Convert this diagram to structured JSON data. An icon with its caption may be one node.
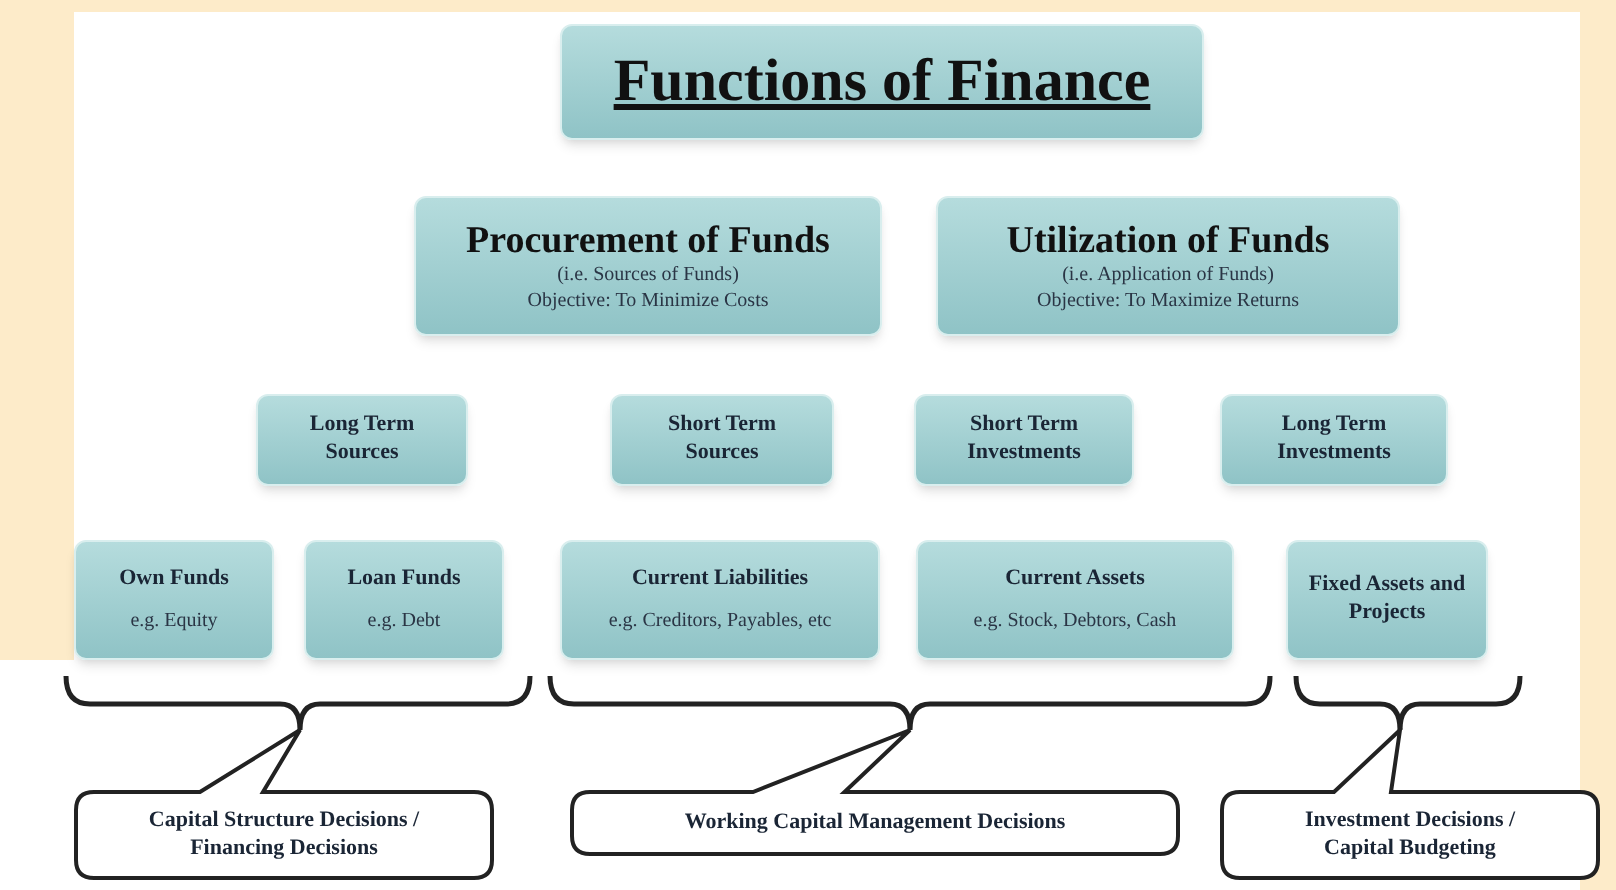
{
  "diagram": {
    "nodes": [
      {
        "text": [
          "Functions of Finance"
        ]
      },
      {
        "text": [
          "Procurement of Funds",
          "(i.e. Sources of Funds)",
          "Objective: To Minimize Costs"
        ]
      },
      {
        "text": [
          "Utilization of Funds",
          "(i.e. Application of Funds)",
          "Objective: To Maximize Returns"
        ]
      },
      {
        "text": [
          "Long Term Sources"
        ]
      },
      {
        "text": [
          "Short Term Sources"
        ]
      },
      {
        "text": [
          "Short Term Investments"
        ]
      },
      {
        "text": [
          "Long Term Investments"
        ]
      },
      {
        "text": [
          "Own Funds",
          "e.g. Equity"
        ]
      },
      {
        "text": [
          "Loan Funds",
          "e.g. Debt"
        ]
      },
      {
        "text": [
          "Current Liabilities",
          "e.g. Creditors, Payables, etc"
        ]
      },
      {
        "text": [
          "Current Assets",
          "e.g. Stock, Debtors, Cash"
        ]
      },
      {
        "text": [
          "Fixed Assets and Projects"
        ]
      },
      {
        "text": [
          "Capital Structure Decisions / Financing Decisions"
        ]
      },
      {
        "text": [
          "Working Capital Management Decisions"
        ]
      },
      {
        "text": [
          "Investment Decisions / Capital Budgeting"
        ]
      }
    ]
  }
}
